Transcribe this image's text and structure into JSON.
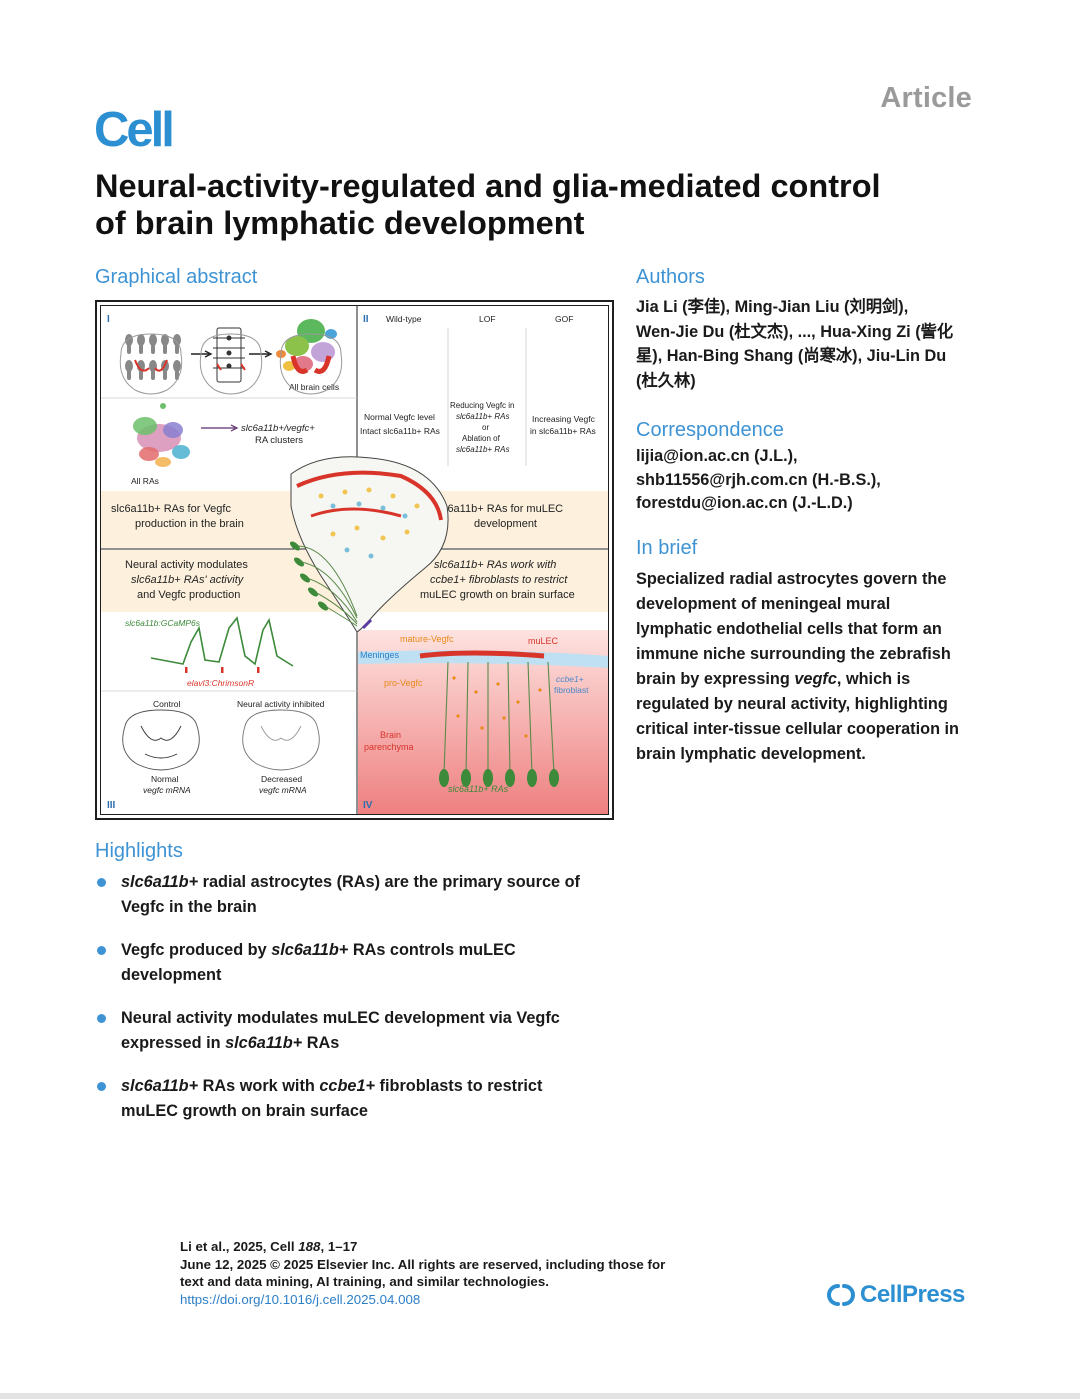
{
  "header": {
    "article_label": "Article",
    "journal_logo": "Cell"
  },
  "title": {
    "line1": "Neural-activity-regulated and glia-mediated control",
    "line2": "of brain lymphatic development"
  },
  "graphical_abstract": {
    "heading": "Graphical abstract",
    "panel_i": {
      "roman": "I",
      "all_brain_cells": "All brain cells",
      "ra_clusters_a": "slc6a11b+/vegfc+",
      "ra_clusters_b": "RA clusters",
      "all_ras": "All RAs",
      "band_a": "slc6a11b+ RAs for Vegfc",
      "band_b": "production in the brain"
    },
    "panel_ii": {
      "roman": "II",
      "wild_type": "Wild-type",
      "lof": "LOF",
      "gof": "GOF",
      "normal_a": "Normal Vegfc level",
      "normal_b": "Intact slc6a11b+ RAs",
      "reducing_a": "Reducing Vegfc in",
      "reducing_b": "slc6a11b+ RAs",
      "reducing_c": "or",
      "reducing_d": "Ablation of",
      "reducing_e": "slc6a11b+ RAs",
      "increasing_a": "Increasing Vegfc",
      "increasing_b": "in slc6a11b+ RAs",
      "band_a": "slc6a11b+ RAs for muLEC",
      "band_b": "development"
    },
    "panel_iii": {
      "roman": "III",
      "band_a": "Neural activity modulates",
      "band_b": "slc6a11b+ RAs' activity",
      "band_c": "and Vegfc production",
      "gcamp": "slc6a11b:GCaMP6s",
      "chrimson": "elavl3:ChrimsonR",
      "control": "Control",
      "inhibited": "Neural activity inhibited",
      "normal_a": "Normal",
      "normal_b": "vegfc mRNA",
      "decreased_a": "Decreased",
      "decreased_b": "vegfc mRNA"
    },
    "panel_iv": {
      "roman": "IV",
      "band_a": "slc6a11b+ RAs work with",
      "band_b": "ccbe1+ fibroblasts to restrict",
      "band_c": "muLEC growth on brain surface",
      "mature_vegfc": "mature-Vegfc",
      "mulec": "muLEC",
      "meninges": "Meninges",
      "pro_vegfc": "pro-Vegfc",
      "ccbe1_a": "ccbe1+",
      "ccbe1_b": "fibroblast",
      "brain_a": "Brain",
      "brain_b": "parenchyma",
      "slc_ras": "slc6a11b+ RAs"
    }
  },
  "authors": {
    "heading": "Authors",
    "line1": "Jia Li (李佳), Ming-Jian Liu (刘明剑),",
    "line2": "Wen-Jie Du (杜文杰), ..., Hua-Xing Zi (訾化",
    "line3": "星), Han-Bing Shang (尚寒冰), Jiu-Lin Du",
    "line4": "(杜久林)"
  },
  "correspondence": {
    "heading": "Correspondence",
    "line1": "lijia@ion.ac.cn (J.L.),",
    "line2": "shb11556@rjh.com.cn (H.-B.S.),",
    "line3": "forestdu@ion.ac.cn (J.-L.D.)"
  },
  "in_brief": {
    "heading": "In brief",
    "line1": "Specialized radial astrocytes govern the",
    "line2": "development of meningeal mural",
    "line3": "lymphatic endothelial cells that form an",
    "line4": "immune niche surrounding the zebrafish",
    "line5a": "brain by expressing ",
    "line5b": "vegfc",
    "line5c": ", which is",
    "line6": "regulated by neural activity, highlighting",
    "line7": "critical inter-tissue cellular cooperation in",
    "line8": "brain lymphatic development."
  },
  "highlights": {
    "heading": "Highlights",
    "h1_a": "slc6a11b+",
    "h1_b": " radial astrocytes (RAs) are the primary source of",
    "h1_c": "Vegfc in the brain",
    "h2_a": "Vegfc produced by ",
    "h2_b": "slc6a11b+",
    "h2_c": " RAs controls muLEC",
    "h2_d": "development",
    "h3_a": "Neural activity modulates muLEC development via Vegfc",
    "h3_b": "expressed in ",
    "h3_c": "slc6a11b+",
    "h3_d": " RAs",
    "h4_a": "slc6a11b+",
    "h4_b": " RAs work with ",
    "h4_c": "ccbe1+",
    "h4_d": " fibroblasts to restrict",
    "h4_e": "muLEC growth on brain surface"
  },
  "footer": {
    "cite_a": "Li et al., 2025, Cell ",
    "cite_b": "188",
    "cite_c": ", 1–17",
    "date_line": "June 12, 2025 © 2025 Elsevier Inc. All rights are reserved, including those for",
    "rights_line": "text and data mining, AI training, and similar technologies.",
    "doi": "https://doi.org/10.1016/j.cell.2025.04.008",
    "publisher": "CellPress"
  },
  "colors": {
    "accent_blue": "#3d93d4",
    "article_grey": "#9a9a9a",
    "band_beige": "#fdf1dd",
    "lymph_red": "#d8342a",
    "glia_green": "#3c8a3a",
    "pink_gradient": "#f29a9a"
  }
}
